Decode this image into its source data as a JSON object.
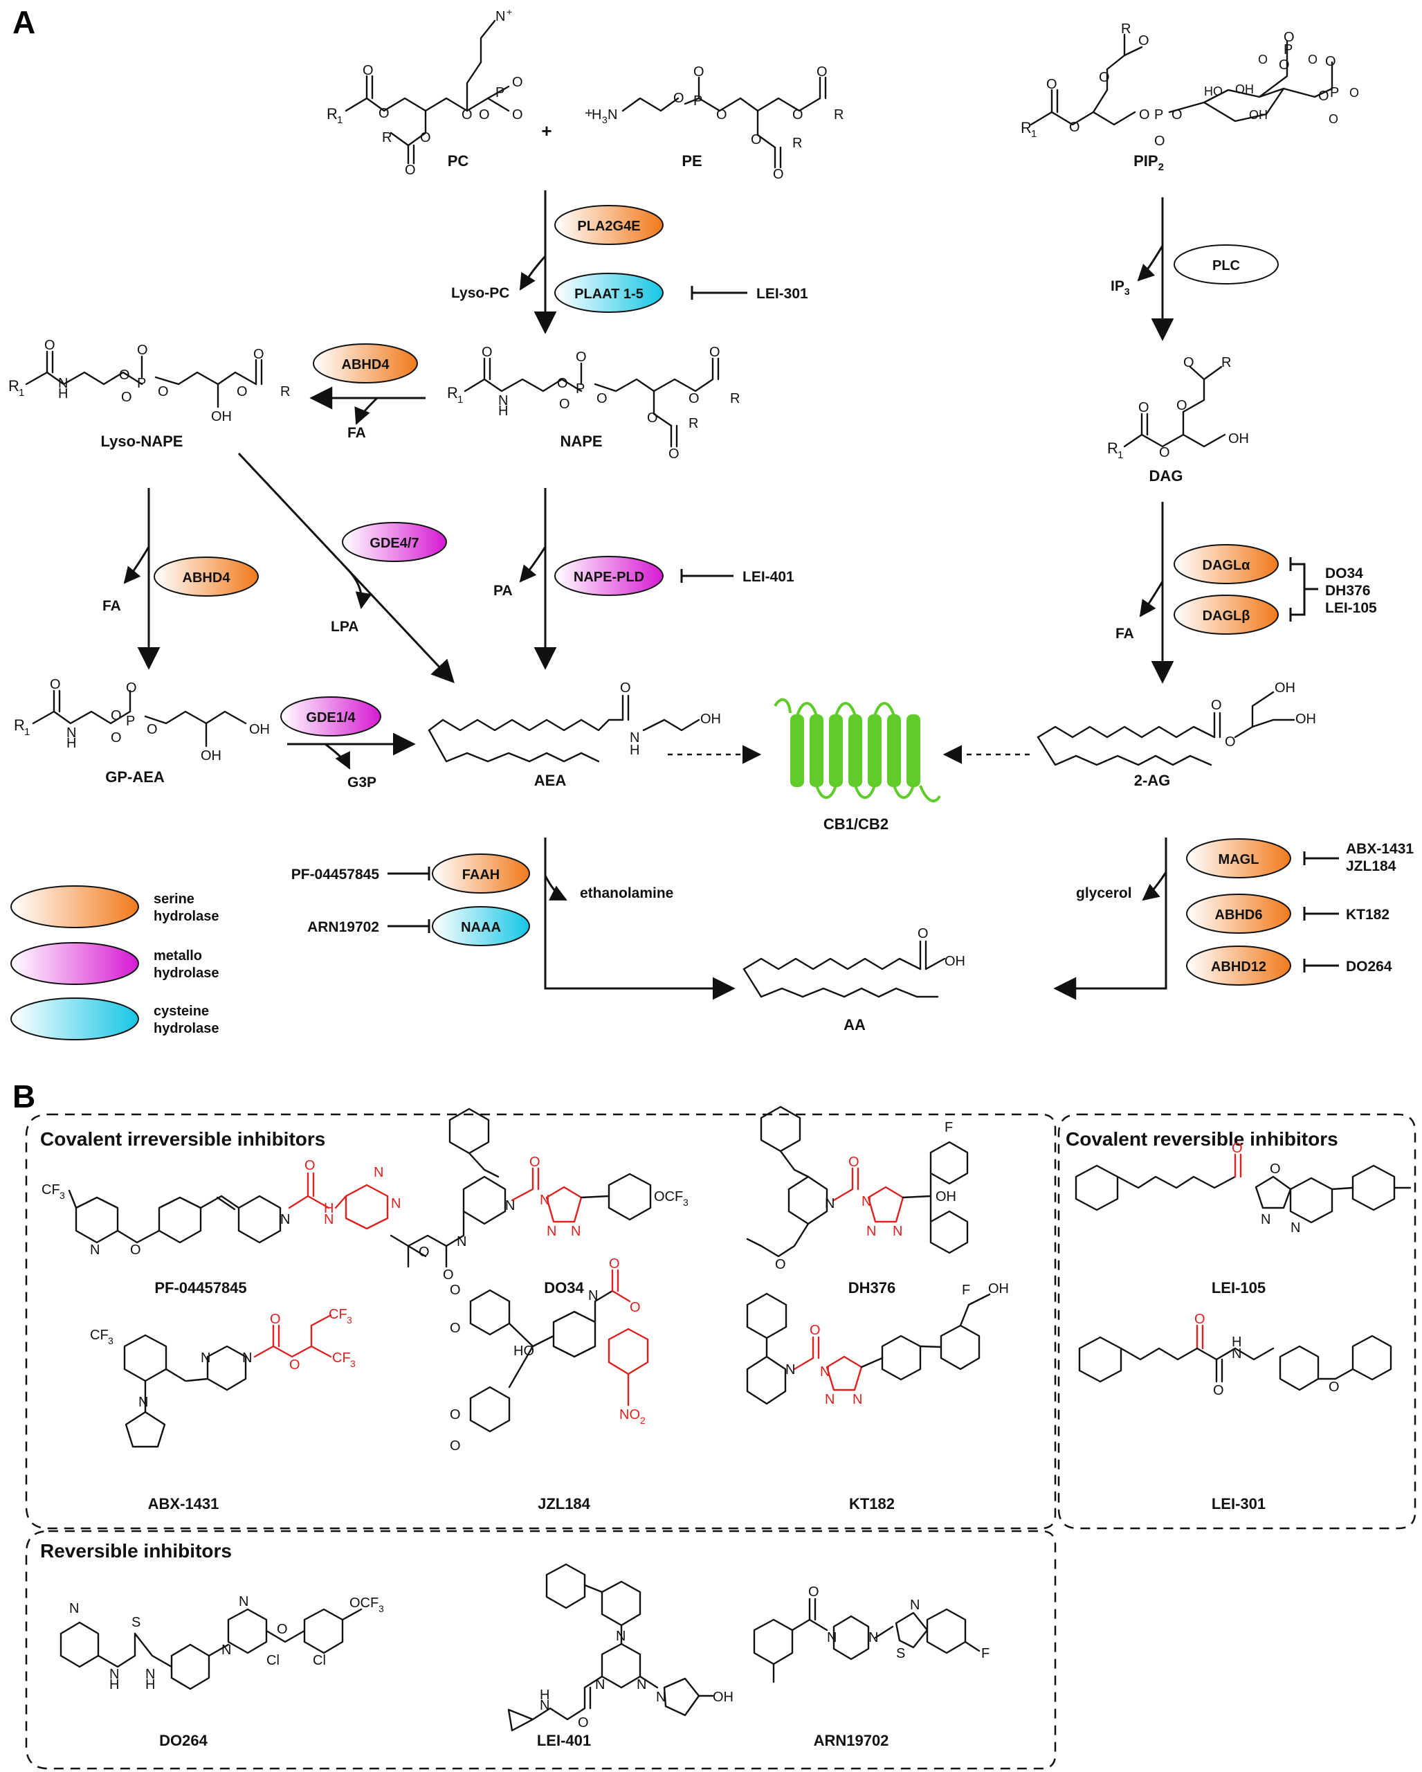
{
  "panels": {
    "a": "A",
    "b": "B"
  },
  "molecules": {
    "pc": "PC",
    "pe": "PE",
    "pip2": "PIP",
    "pip2_sub": "2",
    "lyso_nape": "Lyso-NAPE",
    "nape": "NAPE",
    "dag": "DAG",
    "gp_aea": "GP-AEA",
    "aea": "AEA",
    "two_ag": "2-AG",
    "aa": "AA",
    "receptor": "CB1/CB2",
    "plus": "+"
  },
  "byproducts": {
    "lyso_pc": "Lyso-PC",
    "ip3": "IP",
    "ip3_sub": "3",
    "fa_abhd4_top": "FA",
    "fa_left": "FA",
    "lpa": "LPA",
    "pa": "PA",
    "fa_dagl": "FA",
    "g3p": "G3P",
    "ethanolamine": "ethanolamine",
    "glycerol": "glycerol"
  },
  "enzymes": {
    "pla2g4e": "PLA2G4E",
    "plaat": "PLAAT 1-5",
    "plc": "PLC",
    "abhd4_top": "ABHD4",
    "abhd4_left": "ABHD4",
    "gde47": "GDE4/7",
    "nape_pld": "NAPE-PLD",
    "dagla": "DAGLα",
    "daglb": "DAGLβ",
    "gde14": "GDE1/4",
    "faah": "FAAH",
    "naaa": "NAAA",
    "magl": "MAGL",
    "abhd6": "ABHD6",
    "abhd12": "ABHD12"
  },
  "inhibitor_labels": {
    "lei301": "LEI-301",
    "lei401": "LEI-401",
    "dagl_list": [
      "DO34",
      "DH376",
      "LEI-105"
    ],
    "pf": "PF-04457845",
    "arn": "ARN19702",
    "magl_list": [
      "ABX-1431",
      "JZL184"
    ],
    "kt182": "KT182",
    "do264": "DO264"
  },
  "legend": [
    {
      "label": [
        "serine",
        "hydrolase"
      ],
      "from": "#ffffff",
      "to": "#f07a1c"
    },
    {
      "label": [
        "metallo",
        "hydrolase"
      ],
      "from": "#ffffff",
      "to": "#d61ad2"
    },
    {
      "label": [
        "cysteine",
        "hydrolase"
      ],
      "from": "#ffffff",
      "to": "#16c6e4"
    }
  ],
  "colors": {
    "serine": "#f07a1c",
    "metallo": "#d61ad2",
    "cysteine": "#16c6e4",
    "receptor": "#5fcc2a",
    "warhead": "#e0201e"
  },
  "boxes": {
    "covalent_irreversible": "Covalent irreversible inhibitors",
    "covalent_reversible": "Covalent reversible inhibitors",
    "reversible": "Reversible inhibitors"
  },
  "compounds": {
    "pf": "PF-04457845",
    "do34": "DO34",
    "dh376": "DH376",
    "abx": "ABX-1431",
    "jzl": "JZL184",
    "kt182": "KT182",
    "lei105": "LEI-105",
    "lei301": "LEI-301",
    "do264": "DO264",
    "lei401": "LEI-401",
    "arn": "ARN19702"
  }
}
